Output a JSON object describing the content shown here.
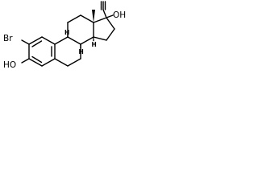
{
  "molecule": {
    "atoms": {
      "hydroxyl_top": "OH",
      "bromine": "Br",
      "hydroxyl_left": "HO"
    },
    "stereo_hydrogens": {
      "h8": "H",
      "h9": "H",
      "h14": "H"
    }
  }
}
